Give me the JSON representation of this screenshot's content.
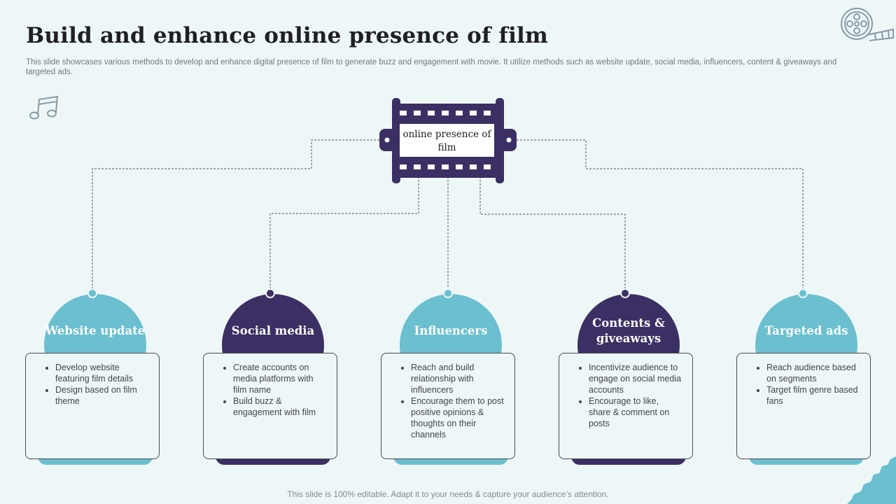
{
  "title": "Build and enhance online presence of film",
  "subtitle": "This slide showcases various methods to develop and enhance digital presence of film to generate buzz and engagement with movie. It utilize methods such as website update, social media, influencers, content & giveaways and targeted ads.",
  "center_label": "online presence of film",
  "methods": [
    {
      "label": "Website update",
      "bullets": [
        "Develop website featuring film details",
        "Design based on film theme"
      ]
    },
    {
      "label": "Social media",
      "bullets": [
        "Create accounts on media platforms with film name",
        "Build buzz & engagement with film"
      ]
    },
    {
      "label": "Influencers",
      "bullets": [
        "Reach and build relationship with influencers",
        "Encourage them to post positive opinions & thoughts on their channels"
      ]
    },
    {
      "label": "Contents & giveaways",
      "bullets": [
        "Incentivize audience to engage on social media accounts",
        "Encourage to like, share & comment on posts"
      ]
    },
    {
      "label": "Targeted ads",
      "bullets": [
        "Reach audience based on segments",
        "Target film genre based fans"
      ]
    }
  ],
  "footer": "This slide is 100% editable. Adapt it to your needs & capture your audience’s attention.",
  "colors": {
    "teal": "#6bbfcf",
    "navy": "#3b2f63",
    "background": "#eef7f8"
  },
  "icons": [
    "film-reel-icon",
    "music-note-icon",
    "film-strip-icon"
  ]
}
